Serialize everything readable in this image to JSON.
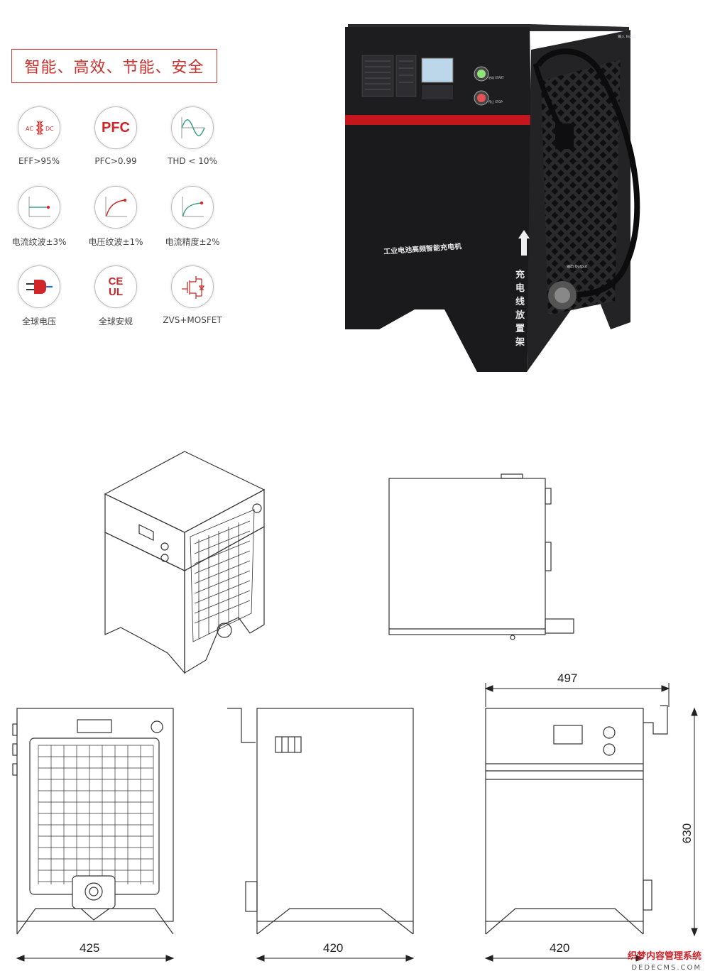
{
  "headline": "智能、高效、节能、安全",
  "features": [
    {
      "icon": "ac-dc-transformer-icon",
      "label": "EFF>95%"
    },
    {
      "icon": "pfc-icon",
      "icon_text": "PFC",
      "label": "PFC>0.99"
    },
    {
      "icon": "sine-wave-icon",
      "label": "THD < 10%"
    },
    {
      "icon": "current-ripple-graph-icon",
      "label": "电流纹波±3%"
    },
    {
      "icon": "voltage-ripple-graph-icon",
      "label": "电压纹波±1%"
    },
    {
      "icon": "current-accuracy-graph-icon",
      "label": "电流精度±2%"
    },
    {
      "icon": "power-plug-icon",
      "label": "全球电压"
    },
    {
      "icon": "ce-ul-icon",
      "icon_text_1": "CE",
      "icon_text_2": "UL",
      "label": "全球安规"
    },
    {
      "icon": "mosfet-icon",
      "label": "ZVS+MOSFET"
    }
  ],
  "product": {
    "front_label": "工业电池高频智能充电机",
    "side_label": "充电线放置架",
    "start_label": "启动 START",
    "stop_label": "停止 STOP",
    "output_label": "输出 Output",
    "input_label": "输入 Input"
  },
  "dimensions": {
    "rear_width": "425",
    "side_width": "420",
    "front_width": "420",
    "overall_depth": "497",
    "height": "630"
  },
  "watermark": {
    "line1": "织梦内容管理系统",
    "line2": "DEDECMS.COM"
  },
  "colors": {
    "accent": "#c9302c",
    "body": "#1e1e20",
    "stripe": "#c4161c"
  }
}
